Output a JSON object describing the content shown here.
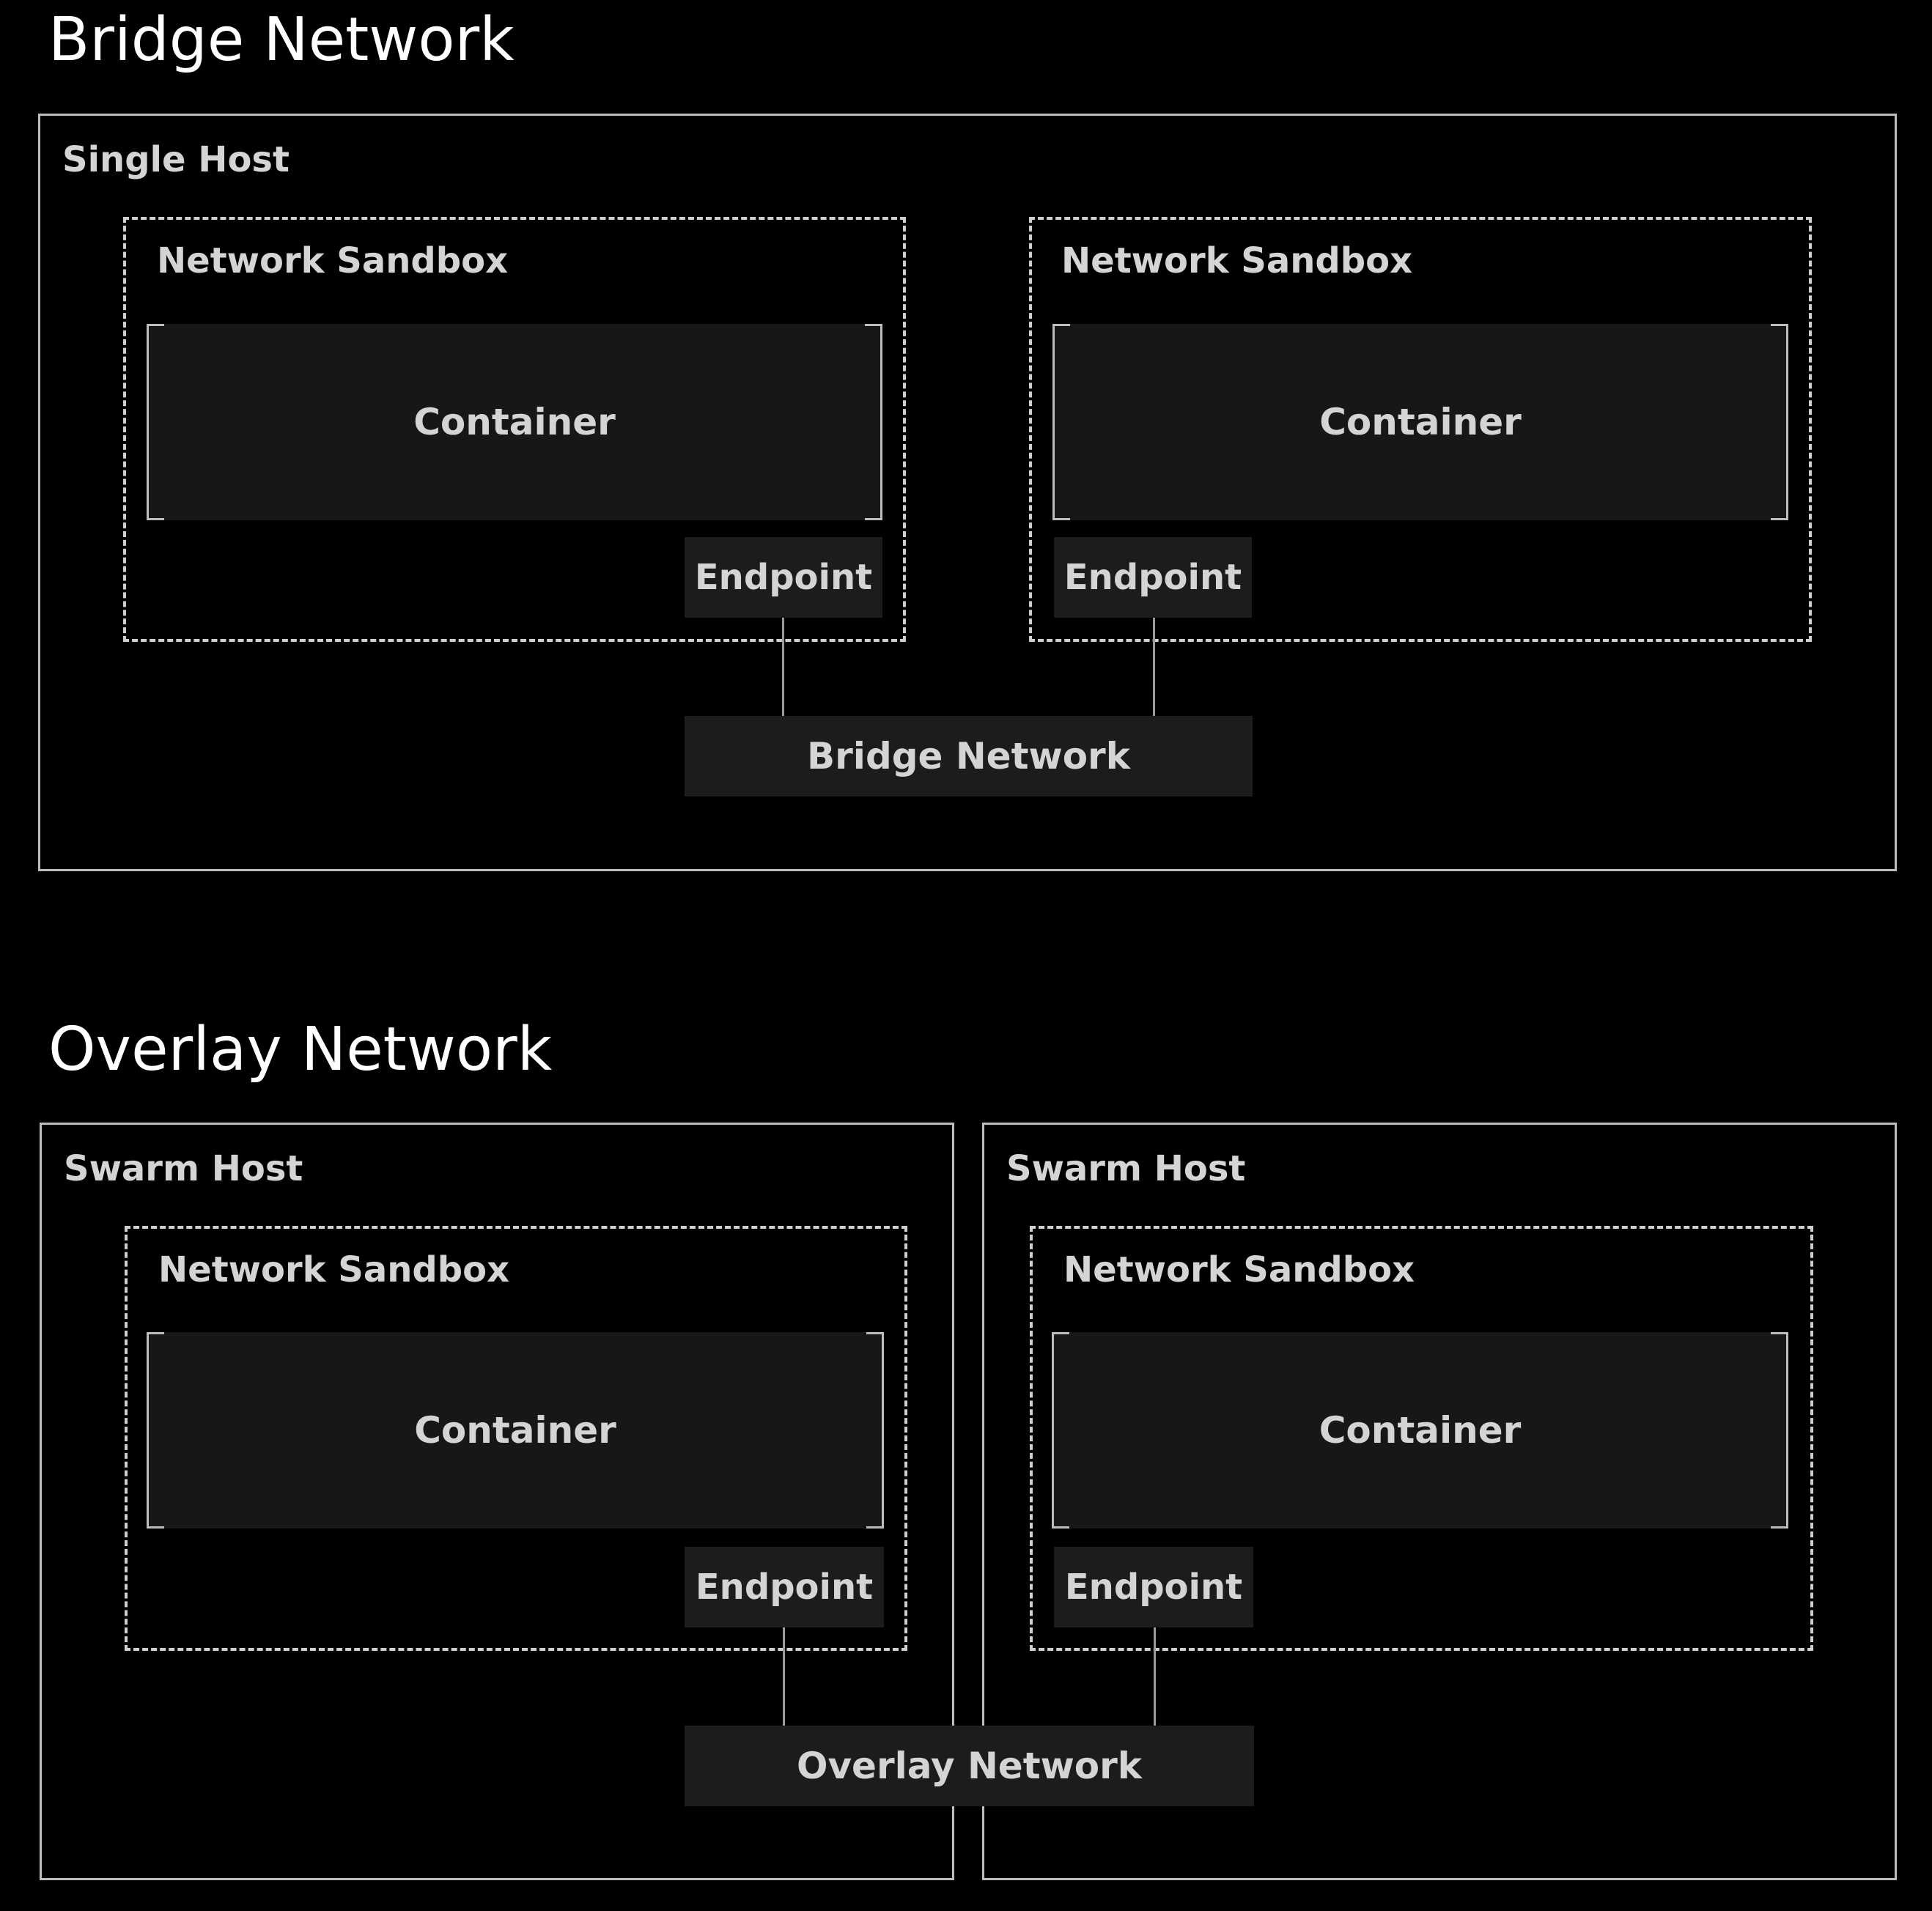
{
  "bridge_section": {
    "title": "Bridge Network",
    "host": {
      "label": "Single Host",
      "sandboxes": [
        {
          "label": "Network Sandbox",
          "container": "Container",
          "endpoint": "Endpoint"
        },
        {
          "label": "Network Sandbox",
          "container": "Container",
          "endpoint": "Endpoint"
        }
      ]
    },
    "network_label": "Bridge Network"
  },
  "overlay_section": {
    "title": "Overlay Network",
    "hosts": [
      {
        "label": "Swarm Host",
        "sandbox": {
          "label": "Network Sandbox",
          "container": "Container",
          "endpoint": "Endpoint"
        }
      },
      {
        "label": "Swarm Host",
        "sandbox": {
          "label": "Network Sandbox",
          "container": "Container",
          "endpoint": "Endpoint"
        }
      }
    ],
    "network_label": "Overlay Network"
  },
  "colors": {
    "background": "#000000",
    "title_text": "#ffffff",
    "label_text": "#d4d4d4",
    "border": "#bdbdbd",
    "box_fill": "#171717"
  }
}
